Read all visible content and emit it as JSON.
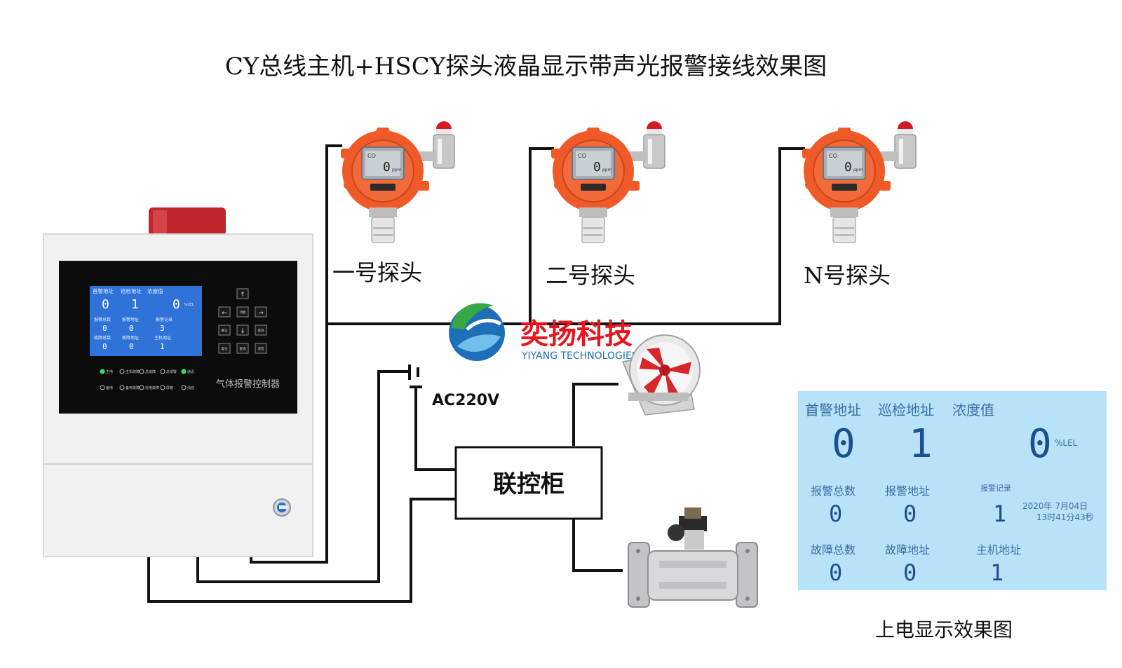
{
  "title": "CY总线主机+HSCY探头液晶显示带声光报警接线效果图",
  "colors": {
    "wire": "#111111",
    "detector_body": "#f05a28",
    "lcd_blue": "#b8e2f8",
    "lcd_digit": "#1c4f8e",
    "brand_red": "#e8141e",
    "brand_blue": "#1d6fb8",
    "brand_green": "#36a844"
  },
  "detectors": [
    {
      "label": "一号探头",
      "gas": "CO",
      "reading": "0",
      "unit": "ppm"
    },
    {
      "label": "二号探头",
      "gas": "CO",
      "reading": "0",
      "unit": "ppm"
    },
    {
      "label": "N号探头",
      "gas": "CO",
      "reading": "0",
      "unit": "ppm"
    }
  ],
  "brand": {
    "name": "奕扬科技",
    "tagline": "YIYANG TECHNOLOGIES"
  },
  "power": {
    "label": "AC220V"
  },
  "cabinet": {
    "label": "联控柜"
  },
  "controller": {
    "name": "气体报警控制器",
    "screen": {
      "headers": [
        "首警地址",
        "巡检地址",
        "浓度值"
      ],
      "values": [
        "0",
        "1",
        "0"
      ],
      "unit": "%LEL",
      "row2_labels": [
        "报警总数",
        "报警地址",
        "报警记录"
      ],
      "row2_values": [
        "0",
        "0",
        "3"
      ],
      "row3_labels": [
        "故障总数",
        "故障地址",
        "主机地址"
      ],
      "row3_values": [
        "0",
        "0",
        "1"
      ]
    },
    "keys": [
      "功能",
      "确认",
      "取消",
      "复位",
      "查询",
      "消音"
    ],
    "arrows": [
      "↑",
      "←",
      "→",
      "↓"
    ],
    "leds_row1": [
      "主电",
      "主机故障",
      "总故障",
      "总报警",
      "通讯"
    ],
    "leds_row2": [
      "备电",
      "备电故障",
      "充电故障",
      "屏蔽",
      "消音"
    ]
  },
  "power_on_display": {
    "caption": "上电显示效果图",
    "headers": [
      "首警地址",
      "巡检地址",
      "浓度值"
    ],
    "first_alarm_address": "0",
    "patrol_address": "1",
    "concentration": "0",
    "unit": "%LEL",
    "alarm_total_label": "报警总数",
    "alarm_total": "0",
    "alarm_address_label": "报警地址",
    "alarm_address": "0",
    "alarm_record_label": "报警记录",
    "alarm_record": "1",
    "date": "2020年 7月04日",
    "time": "13时41分43秒",
    "fault_total_label": "故障总数",
    "fault_total": "0",
    "fault_address_label": "故障地址",
    "fault_address": "0",
    "host_address_label": "主机地址",
    "host_address": "1"
  }
}
